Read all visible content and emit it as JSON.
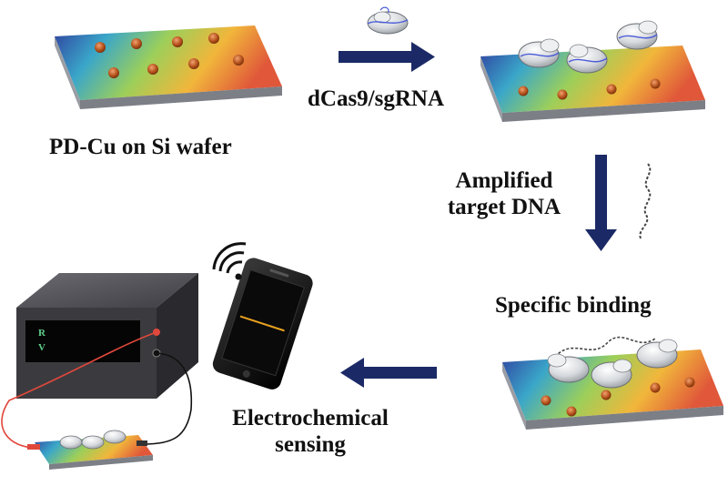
{
  "labels": {
    "substrate": "PD-Cu on Si wafer",
    "probe": "dCas9/sgRNA",
    "target_line1": "Amplified",
    "target_line2": "target DNA",
    "binding": "Specific binding",
    "sensing_line1": "Electrochemical",
    "sensing_line2": "sensing"
  },
  "meter": {
    "readout_r": "R",
    "readout_v": "V"
  },
  "colors": {
    "arrow": "#1b2a66",
    "wire_red": "#e0483c",
    "wire_black": "#111111",
    "particle": "#b5521c",
    "device_body": "#3b3b3f"
  },
  "icons": [
    "wifi-icon",
    "smartphone-icon",
    "multimeter-icon",
    "dcas9-protein-icon",
    "dna-strand-icon"
  ]
}
